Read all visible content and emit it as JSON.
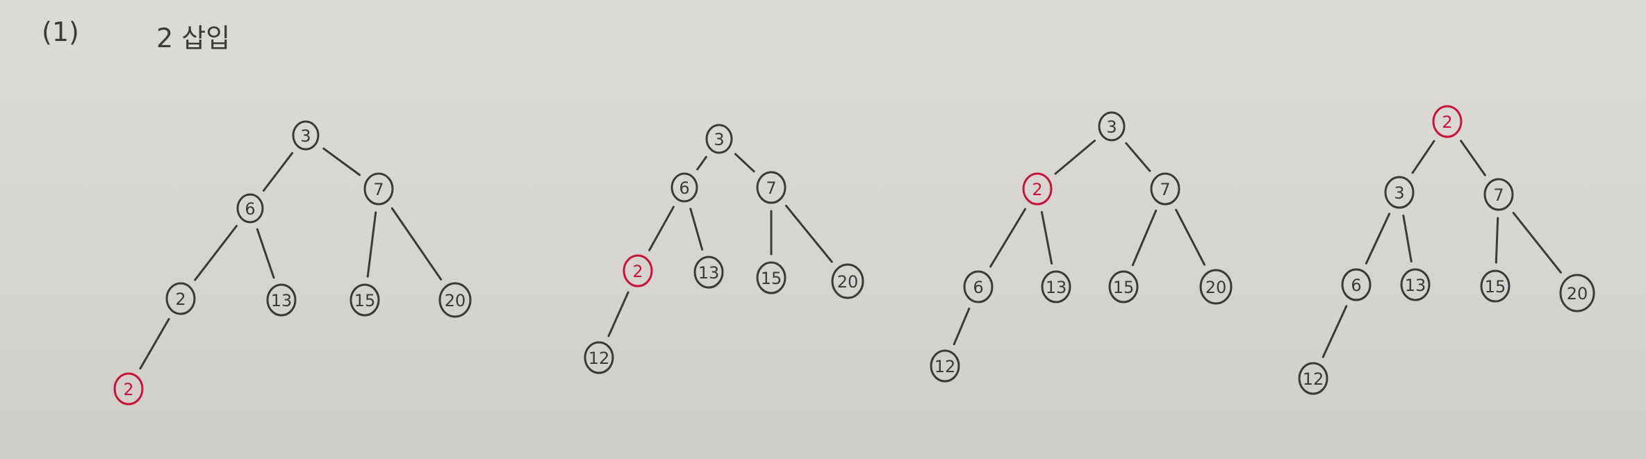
{
  "header": {
    "number": "(1)",
    "title": "2 삽입"
  },
  "colors": {
    "ink": "#3a3a3a",
    "highlight": "#c8143c"
  },
  "trees": [
    {
      "name": "tree-step-1",
      "nodes": [
        {
          "id": "a",
          "label": "3",
          "hl": false
        },
        {
          "id": "b",
          "label": "6",
          "hl": false
        },
        {
          "id": "c",
          "label": "7",
          "hl": false
        },
        {
          "id": "d",
          "label": "2",
          "hl": false
        },
        {
          "id": "e",
          "label": "13",
          "hl": false
        },
        {
          "id": "f",
          "label": "15",
          "hl": false
        },
        {
          "id": "g",
          "label": "20",
          "hl": false
        },
        {
          "id": "h",
          "label": "2",
          "hl": true
        }
      ],
      "edges": [
        [
          "a",
          "b"
        ],
        [
          "a",
          "c"
        ],
        [
          "b",
          "d"
        ],
        [
          "b",
          "e"
        ],
        [
          "c",
          "f"
        ],
        [
          "c",
          "g"
        ],
        [
          "d",
          "h"
        ]
      ]
    },
    {
      "name": "tree-step-2",
      "nodes": [
        {
          "id": "a",
          "label": "3",
          "hl": false
        },
        {
          "id": "b",
          "label": "6",
          "hl": false
        },
        {
          "id": "c",
          "label": "7",
          "hl": false
        },
        {
          "id": "d",
          "label": "2",
          "hl": true
        },
        {
          "id": "e",
          "label": "13",
          "hl": false
        },
        {
          "id": "f",
          "label": "15",
          "hl": false
        },
        {
          "id": "g",
          "label": "20",
          "hl": false
        },
        {
          "id": "h",
          "label": "12",
          "hl": false
        }
      ],
      "edges": [
        [
          "a",
          "b"
        ],
        [
          "a",
          "c"
        ],
        [
          "b",
          "d"
        ],
        [
          "b",
          "e"
        ],
        [
          "c",
          "f"
        ],
        [
          "c",
          "g"
        ],
        [
          "d",
          "h"
        ]
      ]
    },
    {
      "name": "tree-step-3",
      "nodes": [
        {
          "id": "a",
          "label": "3",
          "hl": false
        },
        {
          "id": "b",
          "label": "2",
          "hl": true
        },
        {
          "id": "c",
          "label": "7",
          "hl": false
        },
        {
          "id": "d",
          "label": "6",
          "hl": false
        },
        {
          "id": "e",
          "label": "13",
          "hl": false
        },
        {
          "id": "f",
          "label": "15",
          "hl": false
        },
        {
          "id": "g",
          "label": "20",
          "hl": false
        },
        {
          "id": "h",
          "label": "12",
          "hl": false
        }
      ],
      "edges": [
        [
          "a",
          "b"
        ],
        [
          "a",
          "c"
        ],
        [
          "b",
          "d"
        ],
        [
          "b",
          "e"
        ],
        [
          "c",
          "f"
        ],
        [
          "c",
          "g"
        ],
        [
          "d",
          "h"
        ]
      ]
    },
    {
      "name": "tree-step-4",
      "nodes": [
        {
          "id": "a",
          "label": "2",
          "hl": true
        },
        {
          "id": "b",
          "label": "3",
          "hl": false
        },
        {
          "id": "c",
          "label": "7",
          "hl": false
        },
        {
          "id": "d",
          "label": "6",
          "hl": false
        },
        {
          "id": "e",
          "label": "13",
          "hl": false
        },
        {
          "id": "f",
          "label": "15",
          "hl": false
        },
        {
          "id": "g",
          "label": "20",
          "hl": false
        },
        {
          "id": "h",
          "label": "12",
          "hl": false
        }
      ],
      "edges": [
        [
          "a",
          "b"
        ],
        [
          "a",
          "c"
        ],
        [
          "b",
          "d"
        ],
        [
          "b",
          "e"
        ],
        [
          "c",
          "f"
        ],
        [
          "c",
          "g"
        ],
        [
          "d",
          "h"
        ]
      ]
    }
  ]
}
